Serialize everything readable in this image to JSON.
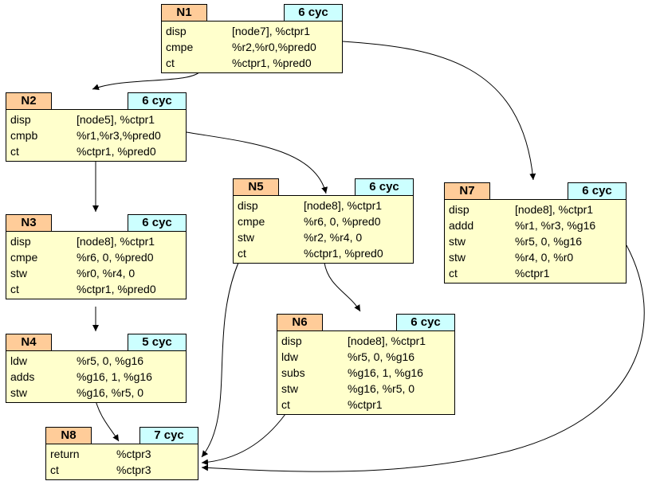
{
  "diagram": {
    "title": "control-flow-graph",
    "colors": {
      "node_label_bg": "#FFCC99",
      "cycle_tab_bg": "#CCFFFF",
      "node_body_bg": "#FFFFCC",
      "border": "#000000",
      "background": "#FFFFFF"
    },
    "nodes": [
      {
        "id": "N1",
        "cycles": "6 cyc",
        "instructions": [
          [
            "disp",
            "[node7], %ctpr1"
          ],
          [
            "cmpe",
            "%r2,%r0,%pred0"
          ],
          [
            "ct",
            "%ctpr1, %pred0"
          ]
        ]
      },
      {
        "id": "N2",
        "cycles": "6 cyc",
        "instructions": [
          [
            "disp",
            "[node5], %ctpr1"
          ],
          [
            "cmpb",
            "%r1,%r3,%pred0"
          ],
          [
            "ct",
            "%ctpr1, %pred0"
          ]
        ]
      },
      {
        "id": "N3",
        "cycles": "6 cyc",
        "instructions": [
          [
            "disp",
            "[node8], %ctpr1"
          ],
          [
            "cmpe",
            "%r6, 0, %pred0"
          ],
          [
            "stw",
            "%r0, %r4, 0"
          ],
          [
            "ct",
            "%ctpr1, %pred0"
          ]
        ]
      },
      {
        "id": "N4",
        "cycles": "5 cyc",
        "instructions": [
          [
            "ldw",
            "%r5, 0, %g16"
          ],
          [
            "adds",
            "%g16, 1, %g16"
          ],
          [
            "stw",
            "%g16, %r5, 0"
          ]
        ]
      },
      {
        "id": "N5",
        "cycles": "6 cyc",
        "instructions": [
          [
            "disp",
            "[node8], %ctpr1"
          ],
          [
            "cmpe",
            "%r6, 0, %pred0"
          ],
          [
            "stw",
            "%r2, %r4, 0"
          ],
          [
            "ct",
            "%ctpr1, %pred0"
          ]
        ]
      },
      {
        "id": "N6",
        "cycles": "6 cyc",
        "instructions": [
          [
            "disp",
            "[node8], %ctpr1"
          ],
          [
            "ldw",
            "%r5, 0, %g16"
          ],
          [
            "subs",
            "%g16, 1, %g16"
          ],
          [
            "stw",
            "%g16, %r5, 0"
          ],
          [
            "ct",
            "%ctpr1"
          ]
        ]
      },
      {
        "id": "N7",
        "cycles": "6 cyc",
        "instructions": [
          [
            "disp",
            "[node8], %ctpr1"
          ],
          [
            "addd",
            "%r1, %r3, %g16"
          ],
          [
            "stw",
            "%r5, 0, %g16"
          ],
          [
            "stw",
            "%r4, 0, %r0"
          ],
          [
            "ct",
            "%ctpr1"
          ]
        ]
      },
      {
        "id": "N8",
        "cycles": "7 cyc",
        "instructions": [
          [
            "return",
            "%ctpr3"
          ],
          [
            "ct",
            "%ctpr3"
          ]
        ]
      }
    ],
    "edges": [
      {
        "from": "N1",
        "to": "N2"
      },
      {
        "from": "N1",
        "to": "N7"
      },
      {
        "from": "N2",
        "to": "N3"
      },
      {
        "from": "N2",
        "to": "N5"
      },
      {
        "from": "N3",
        "to": "N4"
      },
      {
        "from": "N4",
        "to": "N8"
      },
      {
        "from": "N5",
        "to": "N6"
      },
      {
        "from": "N5",
        "to": "N8"
      },
      {
        "from": "N6",
        "to": "N8"
      },
      {
        "from": "N7",
        "to": "N8"
      }
    ]
  }
}
